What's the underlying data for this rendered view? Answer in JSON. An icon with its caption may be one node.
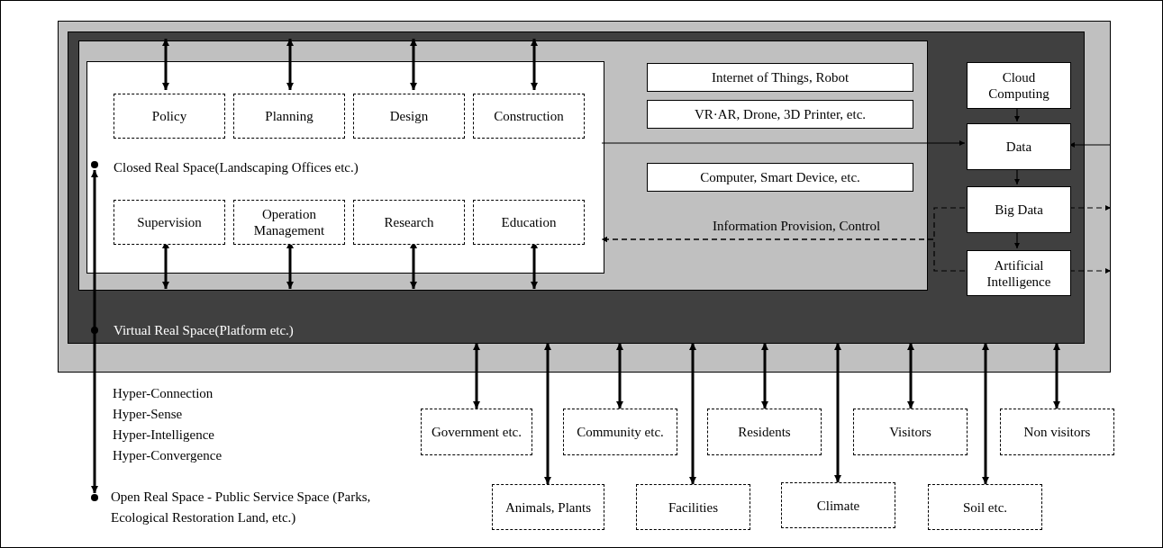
{
  "diagram": {
    "nodes": [
      {
        "text": [],
        "shape": "box"
      },
      {
        "text": [
          "Virtual Real Space(Platform etc.)"
        ],
        "in": 0
      },
      {
        "text": [],
        "shape": "box",
        "in": 1
      },
      {
        "text": [
          "Closed Real Space(Landscaping Offices etc.)"
        ],
        "in": 2
      },
      {
        "text": [
          "Policy"
        ],
        "in": 3
      },
      {
        "text": [
          "Planning"
        ],
        "in": 3
      },
      {
        "text": [
          "Design"
        ],
        "in": 3
      },
      {
        "text": [
          "Construction"
        ],
        "in": 3
      },
      {
        "text": [
          "Supervision"
        ],
        "in": 3
      },
      {
        "text": [
          "Operation Management"
        ],
        "in": 3
      },
      {
        "text": [
          "Research"
        ],
        "in": 3
      },
      {
        "text": [
          "Education"
        ],
        "in": 3
      },
      {
        "text": [
          "Internet of Things, Robot"
        ],
        "in": 2
      },
      {
        "text": [
          "VR·AR, Drone, 3D Printer, etc."
        ],
        "in": 2
      },
      {
        "text": [
          "Computer, Smart Device, etc."
        ],
        "in": 2
      },
      {
        "text": [
          "Cloud Computing"
        ],
        "in": 1
      },
      {
        "text": [
          "Data"
        ],
        "in": 1
      },
      {
        "text": [
          "Big Data"
        ],
        "in": 1
      },
      {
        "text": [
          "Artificial Intelligence"
        ],
        "in": 1
      },
      {
        "text": [
          "Open Real Space - Public Service Space (Parks, Ecological Restoration Land, etc.)"
        ]
      },
      {
        "text": [
          "Government etc."
        ]
      },
      {
        "text": [
          "Community etc."
        ]
      },
      {
        "text": [
          "Residents"
        ]
      },
      {
        "text": [
          "Visitors"
        ]
      },
      {
        "text": [
          "Non visitors"
        ]
      },
      {
        "text": [
          "Animals, Plants"
        ]
      },
      {
        "text": [
          "Facilities"
        ]
      },
      {
        "text": [
          "Climate"
        ]
      },
      {
        "text": [
          "Soil etc."
        ]
      }
    ],
    "edges": [
      {
        "from": 2,
        "to": 4,
        "arrow": "both"
      },
      {
        "from": 2,
        "to": 5,
        "arrow": "both"
      },
      {
        "from": 2,
        "to": 6,
        "arrow": "both"
      },
      {
        "from": 2,
        "to": 7,
        "arrow": "both"
      },
      {
        "from": 8,
        "to": 2,
        "arrow": "both"
      },
      {
        "from": 9,
        "to": 2,
        "arrow": "both"
      },
      {
        "from": 10,
        "to": 2,
        "arrow": "both"
      },
      {
        "from": 11,
        "to": 2,
        "arrow": "both"
      },
      {
        "from": 3,
        "to": 16,
        "arrow": "to"
      },
      {
        "from": 15,
        "to": 16,
        "arrow": "to"
      },
      {
        "from": 16,
        "to": 17,
        "arrow": "to"
      },
      {
        "from": 17,
        "to": 18,
        "arrow": "to"
      },
      {
        "from": 0,
        "to": 16,
        "arrow": "to"
      },
      {
        "from": 17,
        "to": 0,
        "arrow": "to",
        "style": "dashed"
      },
      {
        "from": 18,
        "to": 0,
        "arrow": "to",
        "style": "dashed"
      },
      {
        "from": 17,
        "to": 3,
        "arrow": "to",
        "style": "dashed",
        "label": "Information Provision, Control"
      },
      {
        "from": 18,
        "to": 3,
        "arrow": "to",
        "style": "dashed"
      },
      {
        "from": 19,
        "to": 3,
        "arrow": "both"
      },
      {
        "from": 1,
        "to": 20,
        "arrow": "both"
      },
      {
        "from": 1,
        "to": 21,
        "arrow": "both"
      },
      {
        "from": 1,
        "to": 22,
        "arrow": "both"
      },
      {
        "from": 1,
        "to": 23,
        "arrow": "both"
      },
      {
        "from": 1,
        "to": 24,
        "arrow": "both"
      },
      {
        "from": 1,
        "to": 25,
        "arrow": "both"
      },
      {
        "from": 1,
        "to": 26,
        "arrow": "both"
      },
      {
        "from": 1,
        "to": 27,
        "arrow": "both"
      },
      {
        "from": 1,
        "to": 28,
        "arrow": "both"
      }
    ],
    "labels": [
      "Hyper-Connection",
      "Hyper-Sense",
      "Hyper-Intelligence",
      "Hyper-Convergence"
    ]
  }
}
